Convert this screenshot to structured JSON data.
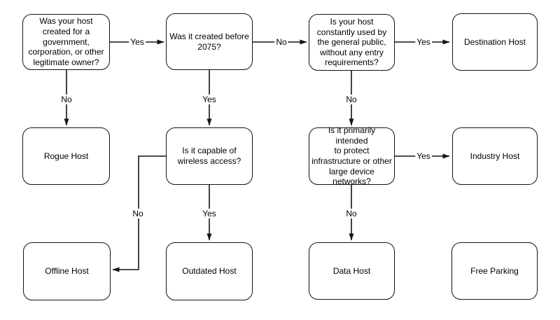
{
  "diagram": {
    "colors": {
      "stroke": "#141414",
      "background": "#ffffff",
      "text": "#000000"
    },
    "nodes": {
      "q_owner": {
        "label": "Was your host\ncreated for a\ngovernment,\ncorporation, or other\nlegitimate owner?"
      },
      "q_before_2075": {
        "label": "Was it created before\n2075?"
      },
      "q_public": {
        "label": "Is your host\nconstantly used by\nthe general public,\nwithout any entry\nrequirements?"
      },
      "destination_host": {
        "label": "Destination Host"
      },
      "rogue_host": {
        "label": "Rogue Host"
      },
      "q_wireless": {
        "label": "Is it capable of\nwireless access?"
      },
      "q_protect": {
        "label": "Is it primarily intended\nto protect\ninfrastructure or other\nlarge device\nnetworks?"
      },
      "industry_host": {
        "label": "Industry Host"
      },
      "offline_host": {
        "label": "Offline Host"
      },
      "outdated_host": {
        "label": "Outdated Host"
      },
      "data_host": {
        "label": "Data Host"
      },
      "free_parking": {
        "label": "Free Parking"
      }
    },
    "edge_labels": {
      "owner_yes": "Yes",
      "owner_no": "No",
      "before2075_no": "No",
      "before2075_yes": "Yes",
      "public_yes": "Yes",
      "public_no": "No",
      "wireless_yes": "Yes",
      "wireless_no": "No",
      "protect_yes": "Yes",
      "protect_no": "No"
    }
  }
}
